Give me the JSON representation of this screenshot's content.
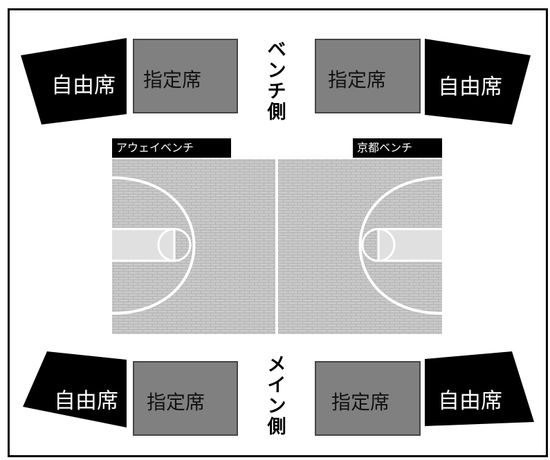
{
  "top": {
    "side_label_lines": [
      "ベ",
      "ン",
      "チ",
      "側"
    ],
    "left_free": "自由席",
    "left_reserved": "指定席",
    "right_reserved": "指定席",
    "right_free": "自由席"
  },
  "bottom": {
    "side_label_lines": [
      "メ",
      "イ",
      "ン",
      "側"
    ],
    "left_free": "自由席",
    "left_reserved": "指定席",
    "right_reserved": "指定席",
    "right_free": "自由席"
  },
  "court": {
    "away_bench": "アウェイベンチ",
    "home_bench": "京都ベンチ"
  },
  "colors": {
    "free_seat": "#000000",
    "reserved_seat": "#808080",
    "court_floor": "#c8c8c8",
    "lines": "#ffffff"
  }
}
